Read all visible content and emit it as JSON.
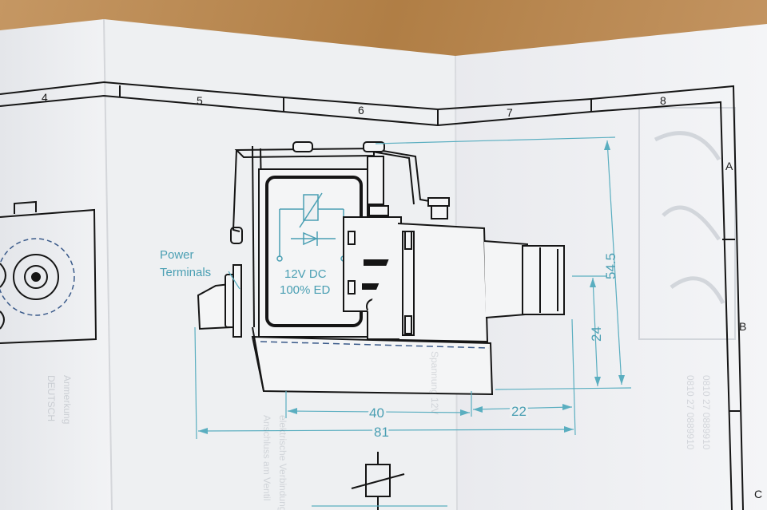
{
  "grid": {
    "columns": [
      "4",
      "5",
      "6",
      "7",
      "8"
    ],
    "rows": [
      "A",
      "B",
      "C"
    ]
  },
  "relay": {
    "voltage": "12V DC",
    "duty": "100% ED"
  },
  "callout": {
    "line1": "Power",
    "line2": "Terminals"
  },
  "dimensions": {
    "height_total": "54.5",
    "height_connector": "24",
    "width_body": "40",
    "width_connector": "22",
    "width_total": "81"
  },
  "colors": {
    "paper": "#f1f2f4",
    "line_blue": "#5aaec0",
    "ink": "#151515",
    "wood": "#b88a52"
  }
}
